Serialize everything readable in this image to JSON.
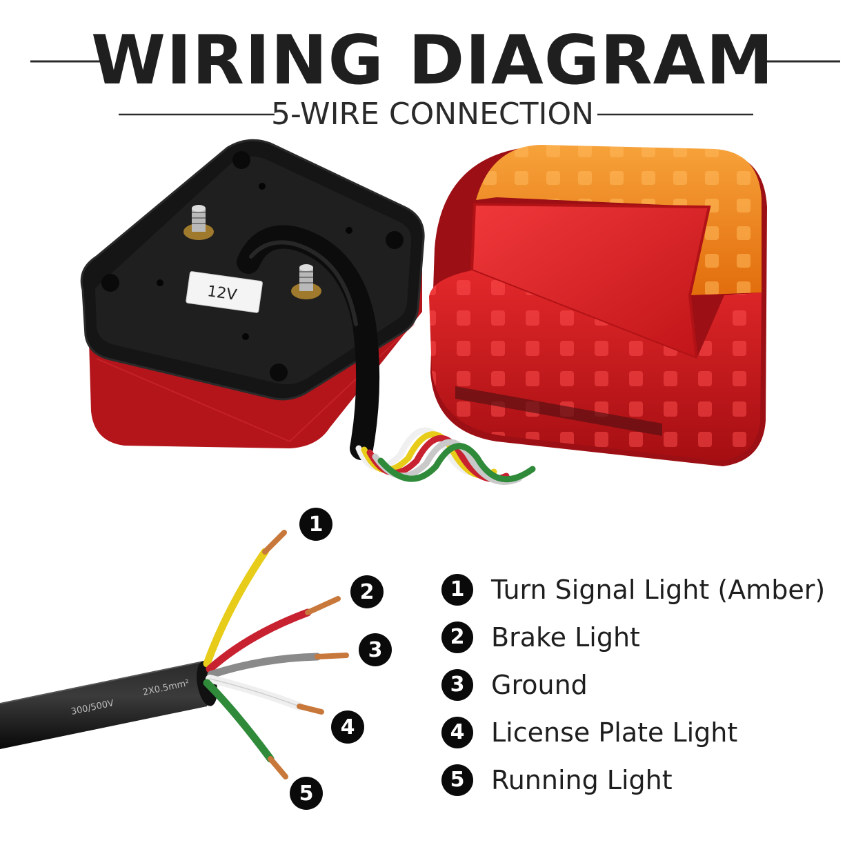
{
  "title": "WIRING DIAGRAM",
  "subtitle": "5-WIRE CONNECTION",
  "voltage_label": "12V",
  "cable_text": {
    "rating": "300/500V",
    "spec": "2X0.5mm²"
  },
  "wires": [
    {
      "number": "1",
      "color": "#e8cc1a",
      "label": "Turn Signal Light (Amber)"
    },
    {
      "number": "2",
      "color": "#c8212f",
      "label": "Brake Light"
    },
    {
      "number": "3",
      "color": "#8a8a8a",
      "label": "Ground"
    },
    {
      "number": "4",
      "color": "#f1f1f1",
      "label": "License Plate Light"
    },
    {
      "number": "5",
      "color": "#2f8a3a",
      "label": "Running Light"
    }
  ],
  "colors": {
    "amber_lens": "#f08a12",
    "red_lens": "#d0141a",
    "housing": "#141414",
    "copper": "#c8783a"
  }
}
